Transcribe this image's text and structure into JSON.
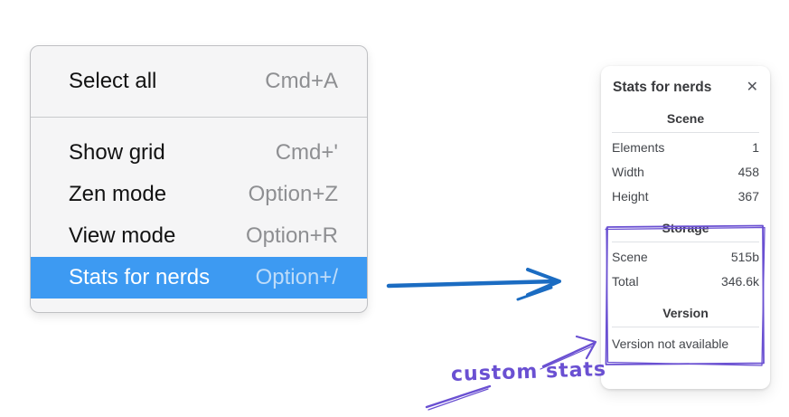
{
  "colors": {
    "menu-highlight": "#3d9af2",
    "arrow-blue": "#1b6cc2",
    "annotation-purple": "#6a50d2"
  },
  "menu": {
    "items": [
      {
        "label": "Select all",
        "shortcut": "Cmd+A"
      },
      {
        "label": "Show grid",
        "shortcut": "Cmd+'"
      },
      {
        "label": "Zen mode",
        "shortcut": "Option+Z"
      },
      {
        "label": "View mode",
        "shortcut": "Option+R"
      },
      {
        "label": "Stats for nerds",
        "shortcut": "Option+/"
      }
    ]
  },
  "panel": {
    "title": "Stats for nerds",
    "close_icon": "✕",
    "sections": [
      {
        "heading": "Scene",
        "rows": [
          {
            "label": "Elements",
            "value": "1"
          },
          {
            "label": "Width",
            "value": "458"
          },
          {
            "label": "Height",
            "value": "367"
          }
        ]
      },
      {
        "heading": "Storage",
        "rows": [
          {
            "label": "Scene",
            "value": "515b"
          },
          {
            "label": "Total",
            "value": "346.6k"
          }
        ]
      },
      {
        "heading": "Version",
        "note": "Version not available"
      }
    ]
  },
  "annotation": {
    "label": "custom stats"
  }
}
